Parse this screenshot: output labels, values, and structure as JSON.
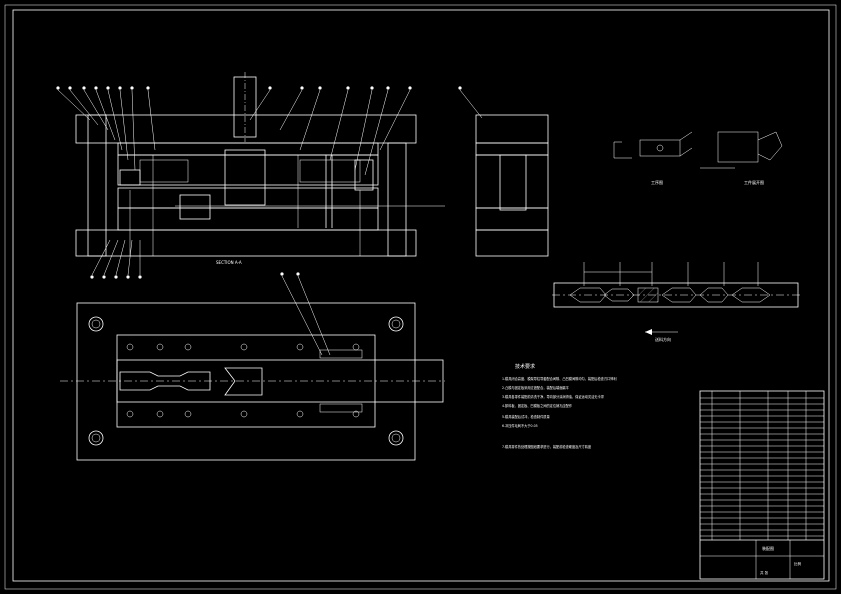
{
  "sheet": {
    "background_color": "#000000",
    "line_color": "#ffffff"
  },
  "section_view": {
    "caption": "SECTION A-A",
    "balloon_count_top": 15,
    "balloon_count_bottom": 5
  },
  "process_views": {
    "caption_left": "工序图",
    "caption_right": "工件展开图"
  },
  "strip_layout": {
    "feed_direction": "送料方向"
  },
  "tech_requirements": {
    "title": "技术要求",
    "items": [
      "1.模具闭合高度、模架导柱导套配合间隙、凸凹模间隙均匀，装配后检查刃口锋利",
      "2.凸模与固定板采用过渡配合，装配后端面磨平",
      "3.模具各零件装配前清洗干净，导向部分涂润滑油，保证运动灵活无卡滞",
      "4.卸料板、固定板、凹模板之间的定位销孔应配作",
      "5.模具装配后试冲，检查制件质量",
      "6.冲压件毛刺不大于0.05",
      "7.模具零件热处理按图纸要求进行，装配前检查硬度及尺寸精度"
    ]
  },
  "title_block": {
    "drawing_name": "装配图",
    "scale_label": "比例",
    "sheet_label": "共 张"
  }
}
